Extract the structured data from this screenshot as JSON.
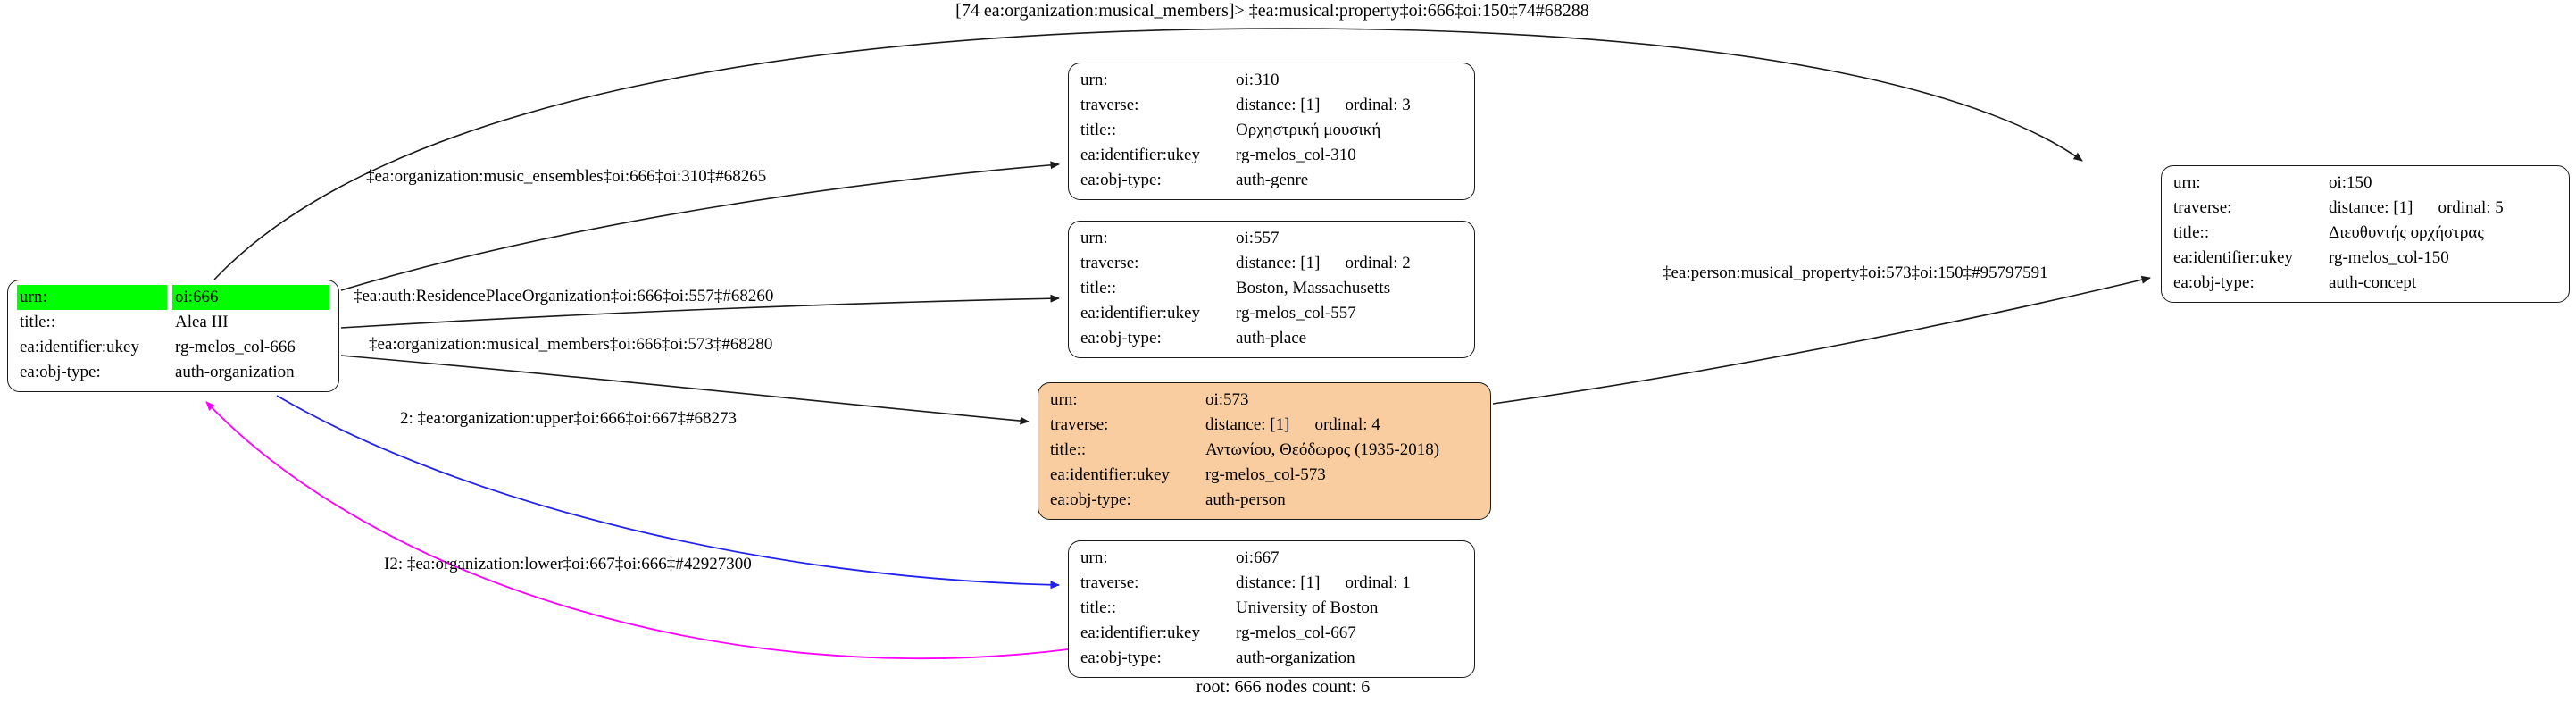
{
  "colors": {
    "highlight_green": "#00FF00",
    "person_orange": "#F9CDA0",
    "edge_black": "#1a1a1a",
    "edge_blue": "#2222EE",
    "edge_magenta": "#FF00FF"
  },
  "top_label": "[74 ea:organization:musical_members]> ‡ea:musical:property‡oi:666‡oi:150‡74#68288",
  "footer_label": "root: 666 nodes count: 6",
  "edges": {
    "music_ensembles": {
      "label": "‡ea:organization:music_ensembles‡oi:666‡oi:310‡#68265",
      "color": "black"
    },
    "residence_place": {
      "label": "‡ea:auth:ResidencePlaceOrganization‡oi:666‡oi:557‡#68260",
      "color": "black"
    },
    "musical_members": {
      "label": "‡ea:organization:musical_members‡oi:666‡oi:573‡#68280",
      "color": "black"
    },
    "upper": {
      "label": "2: ‡ea:organization:upper‡oi:666‡oi:667‡#68273",
      "color": "blue"
    },
    "lower": {
      "label": "I2: ‡ea:organization:lower‡oi:667‡oi:666‡#42927300",
      "color": "magenta"
    },
    "person_musical_property": {
      "label": "‡ea:person:musical_property‡oi:573‡oi:150‡#95797591",
      "color": "black"
    }
  },
  "nodes": {
    "n666": {
      "rows": [
        {
          "label": "urn:",
          "value": "oi:666"
        },
        {
          "label": "title::",
          "value": "Alea III"
        },
        {
          "label": "ea:identifier:ukey",
          "value": "rg-melos_col-666"
        },
        {
          "label": "ea:obj-type:",
          "value": "auth-organization"
        }
      ]
    },
    "n310": {
      "rows": [
        {
          "label": "urn:",
          "value": "oi:310"
        },
        {
          "label": "traverse:",
          "value": "distance: [1]",
          "value2": "ordinal: 3"
        },
        {
          "label": "title::",
          "value": "Ορχηστρική μουσική"
        },
        {
          "label": "ea:identifier:ukey",
          "value": "rg-melos_col-310"
        },
        {
          "label": "ea:obj-type:",
          "value": "auth-genre"
        }
      ]
    },
    "n557": {
      "rows": [
        {
          "label": "urn:",
          "value": "oi:557"
        },
        {
          "label": "traverse:",
          "value": "distance: [1]",
          "value2": "ordinal: 2"
        },
        {
          "label": "title::",
          "value": "Boston, Massachusetts"
        },
        {
          "label": "ea:identifier:ukey",
          "value": "rg-melos_col-557"
        },
        {
          "label": "ea:obj-type:",
          "value": "auth-place"
        }
      ]
    },
    "n573": {
      "rows": [
        {
          "label": "urn:",
          "value": "oi:573"
        },
        {
          "label": "traverse:",
          "value": "distance: [1]",
          "value2": "ordinal: 4"
        },
        {
          "label": "title::",
          "value": "Αντωνίου, Θεόδωρος (1935-2018)"
        },
        {
          "label": "ea:identifier:ukey",
          "value": "rg-melos_col-573"
        },
        {
          "label": "ea:obj-type:",
          "value": "auth-person"
        }
      ]
    },
    "n667": {
      "rows": [
        {
          "label": "urn:",
          "value": "oi:667"
        },
        {
          "label": "traverse:",
          "value": "distance: [1]",
          "value2": "ordinal: 1"
        },
        {
          "label": "title::",
          "value": "University of Boston"
        },
        {
          "label": "ea:identifier:ukey",
          "value": "rg-melos_col-667"
        },
        {
          "label": "ea:obj-type:",
          "value": "auth-organization"
        }
      ]
    },
    "n150": {
      "rows": [
        {
          "label": "urn:",
          "value": "oi:150"
        },
        {
          "label": "traverse:",
          "value": "distance: [1]",
          "value2": "ordinal: 5"
        },
        {
          "label": "title::",
          "value": "Διευθυντής ορχήστρας"
        },
        {
          "label": "ea:identifier:ukey",
          "value": "rg-melos_col-150"
        },
        {
          "label": "ea:obj-type:",
          "value": "auth-concept"
        }
      ]
    }
  }
}
